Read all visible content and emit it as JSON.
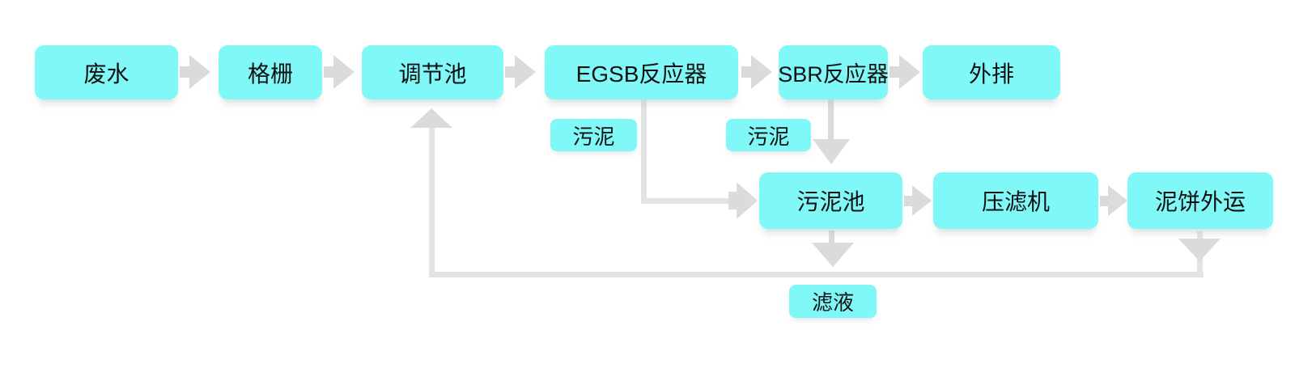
{
  "diagram": {
    "type": "flowchart",
    "nodes": {
      "wastewater": {
        "label": "废水"
      },
      "bar_screen": {
        "label": "格栅"
      },
      "regulating_tank": {
        "label": "调节池"
      },
      "egsb_reactor": {
        "label": "EGSB反应器"
      },
      "sbr_reactor": {
        "label": "SBR反应器"
      },
      "discharge": {
        "label": "外排"
      },
      "sludge_tank": {
        "label": "污泥池"
      },
      "filter_press": {
        "label": "压滤机"
      },
      "cake_transport": {
        "label": "泥饼外运"
      }
    },
    "labels": {
      "sludge_from_egsb": {
        "label": "污泥"
      },
      "sludge_from_sbr": {
        "label": "污泥"
      },
      "filtrate": {
        "label": "滤液"
      }
    },
    "edges": [
      {
        "from": "废水",
        "to": "格栅"
      },
      {
        "from": "格栅",
        "to": "调节池"
      },
      {
        "from": "调节池",
        "to": "EGSB反应器"
      },
      {
        "from": "EGSB反应器",
        "to": "SBR反应器"
      },
      {
        "from": "SBR反应器",
        "to": "外排"
      },
      {
        "from": "EGSB反应器",
        "to": "污泥池",
        "label": "污泥"
      },
      {
        "from": "SBR反应器",
        "to": "污泥池",
        "label": "污泥"
      },
      {
        "from": "污泥池",
        "to": "压滤机"
      },
      {
        "from": "压滤机",
        "to": "泥饼外运"
      },
      {
        "from": "污泥池",
        "to": "调节池",
        "label": "滤液"
      },
      {
        "from": "泥饼外运",
        "to": "调节池",
        "label": "滤液"
      }
    ],
    "colors": {
      "box_fill": "#80f8f8",
      "arrow": "#dbdbdb",
      "line": "#e3e3e3",
      "text": "#111111",
      "background": "#ffffff"
    }
  }
}
